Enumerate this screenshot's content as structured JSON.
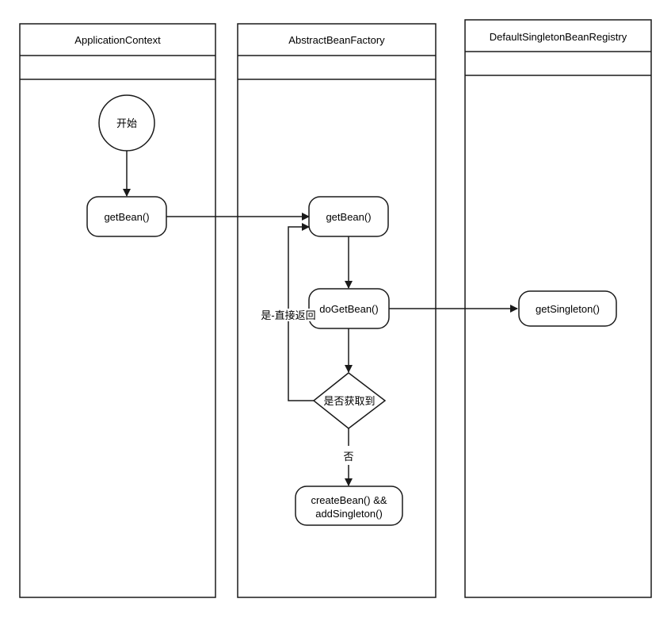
{
  "lanes": [
    {
      "title": "ApplicationContext"
    },
    {
      "title": "AbstractBeanFactory"
    },
    {
      "title": "DefaultSingletonBeanRegistry"
    }
  ],
  "nodes": {
    "start": "开始",
    "app_get_bean": "getBean()",
    "factory_get_bean": "getBean()",
    "do_get_bean": "doGetBean()",
    "decision": "是否获取到",
    "create_bean_line1": "createBean() &&",
    "create_bean_line2": "addSingleton()",
    "get_singleton": "getSingleton()"
  },
  "edge_labels": {
    "yes_return": "是-直接返回",
    "no": "否"
  },
  "colors": {
    "stroke": "#1a1a1a",
    "background": "#ffffff"
  }
}
